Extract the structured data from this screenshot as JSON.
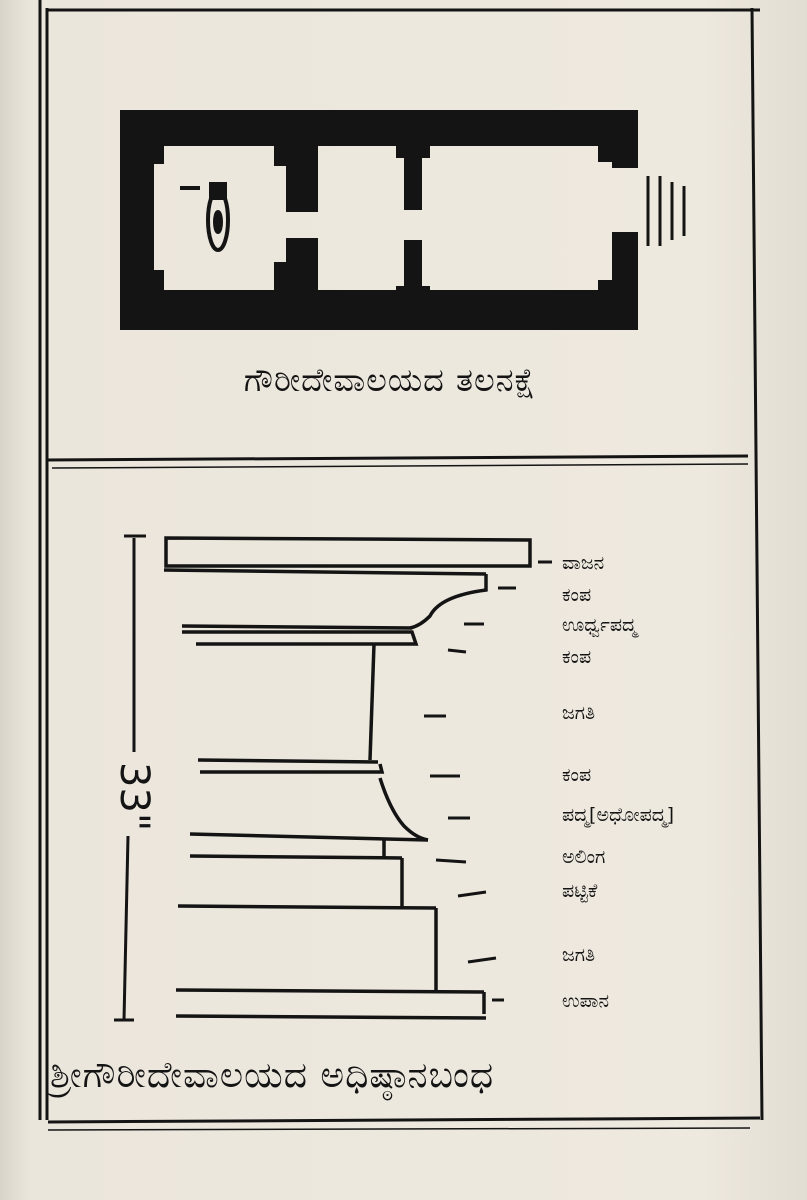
{
  "plan": {
    "title": "ಗೌರೀದೇವಾಲಯದ ತಲನಕ್ಷೆ"
  },
  "adhishthana": {
    "title": "ಶ್ರೀಗೌರೀದೇವಾಲಯದ ಅಧಿಷ್ಠಾನಬಂಧ",
    "height_label": "33\"",
    "mouldings": [
      "ವಾಜನ",
      "ಕಂಪ",
      "ಊರ್ಧ್ವಪದ್ಮ",
      "ಕಂಪ",
      "ಜಗತಿ",
      "ಕಂಪ",
      "ಪದ್ಮ[ಅಧೋಪದ್ಮ]",
      "ಅಲಿಂಗ",
      "ಪಟ್ಟಿಕೆ",
      "ಜಗತಿ",
      "ಉಪಾನ"
    ]
  },
  "colors": {
    "ink": "#141414",
    "paper": "#ece7dc"
  }
}
